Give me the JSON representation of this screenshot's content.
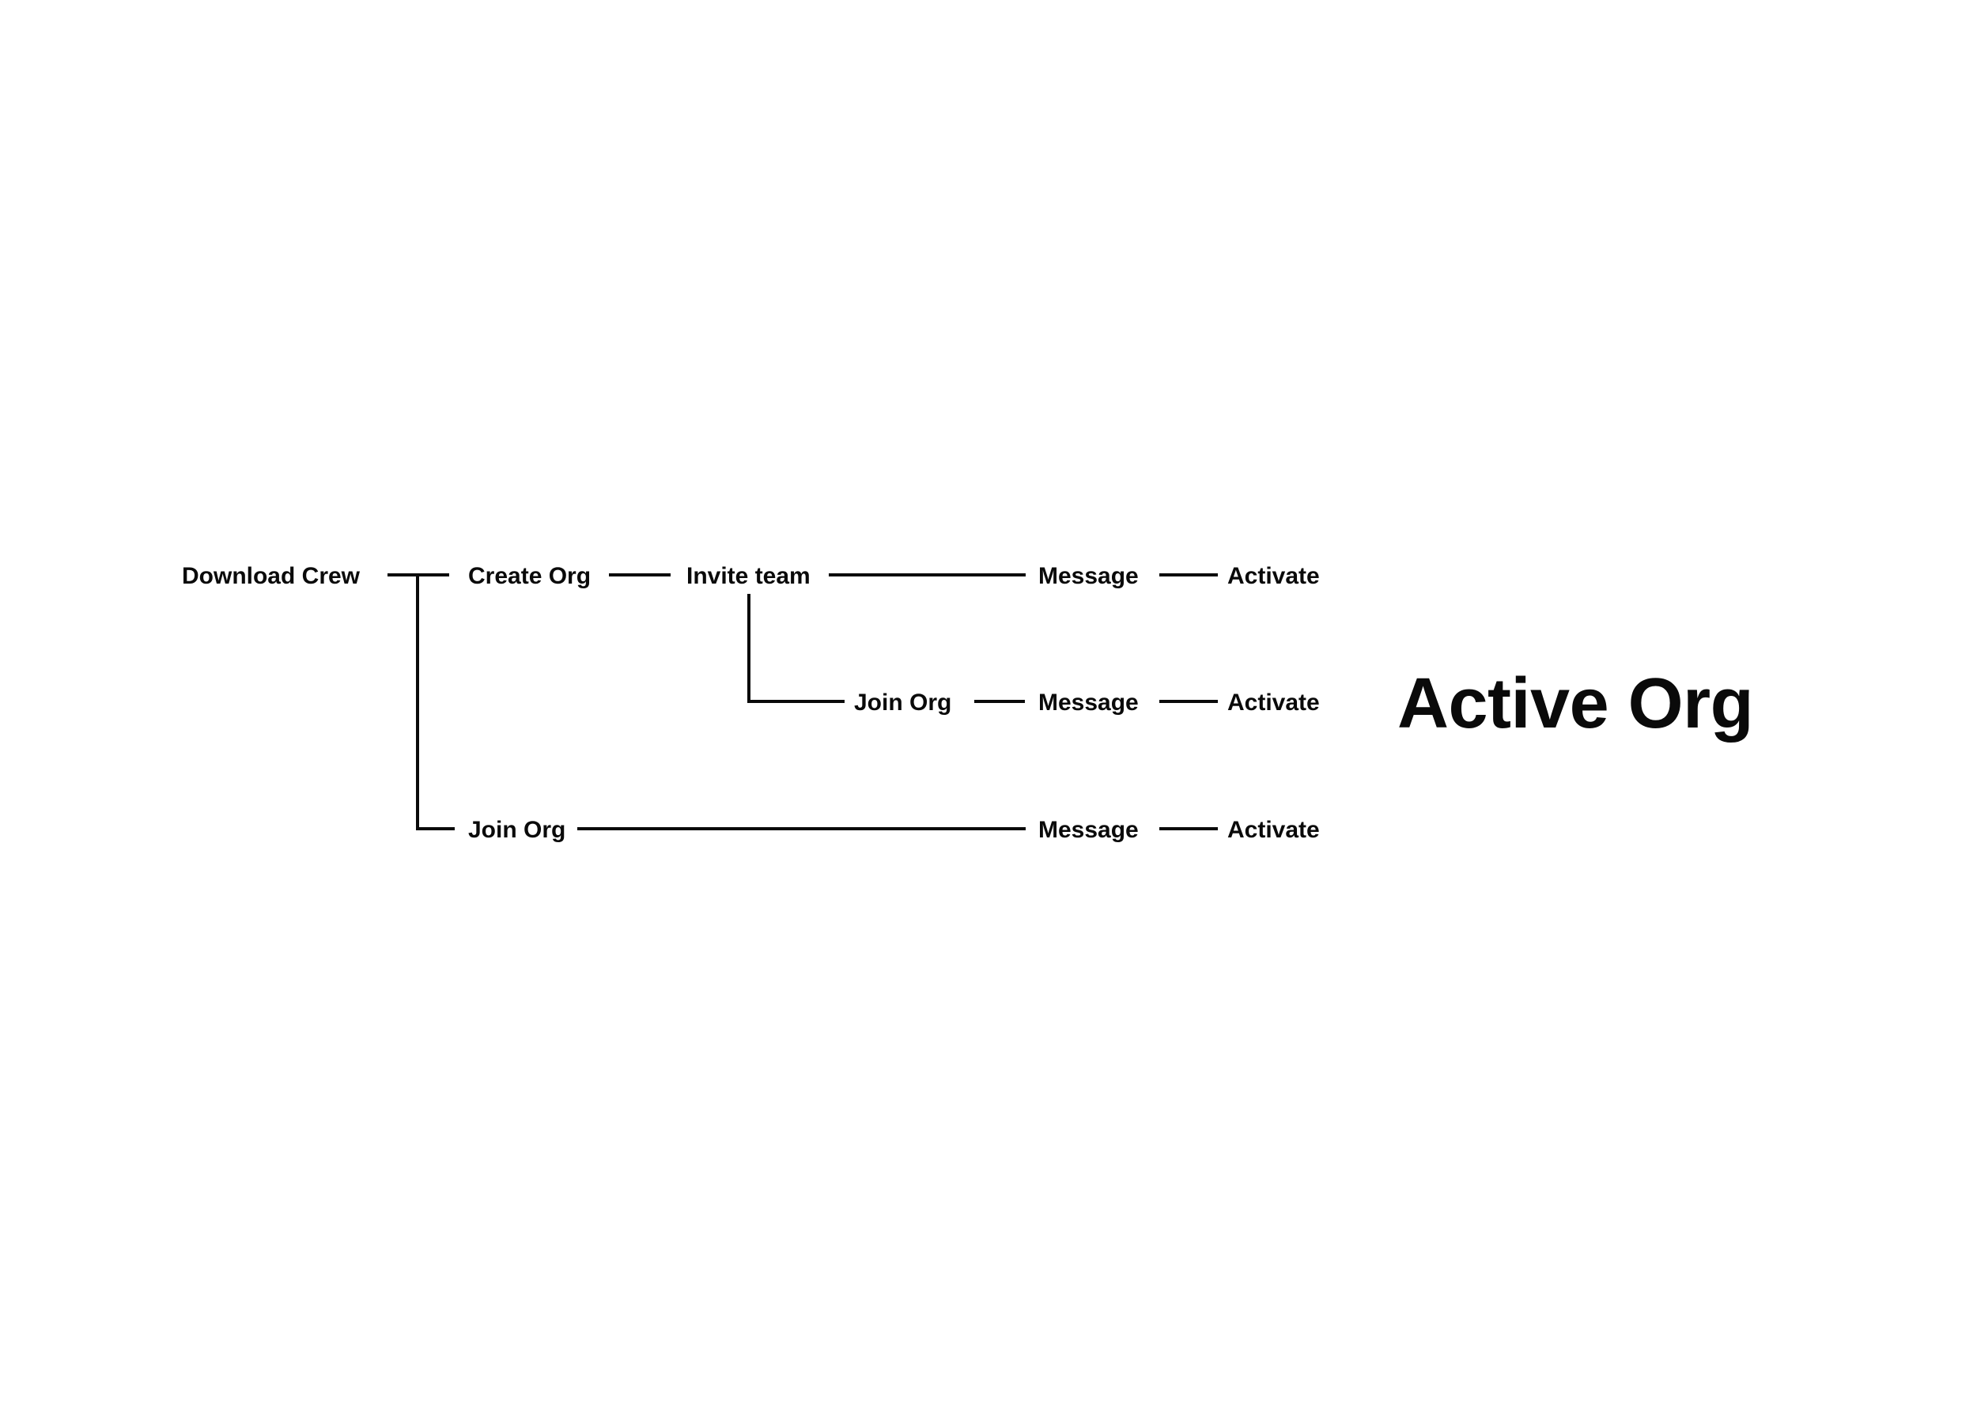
{
  "diagram": {
    "title_text": "Active Org",
    "nodes": {
      "download_crew": "Download Crew",
      "create_org": "Create Org",
      "invite_team": "Invite team",
      "join_org_branch": "Join Org",
      "join_org_root": "Join Org",
      "message_row1": "Message",
      "message_row2": "Message",
      "message_row3": "Message",
      "activate_row1": "Activate",
      "activate_row2": "Activate",
      "activate_row3": "Activate"
    },
    "rows": [
      {
        "row_id": "row-1",
        "path": [
          "Download Crew",
          "Create Org",
          "Invite team",
          "Message",
          "Activate"
        ]
      },
      {
        "row_id": "row-2",
        "path": [
          "Invite team",
          "Join Org",
          "Message",
          "Activate"
        ]
      },
      {
        "row_id": "row-3",
        "path": [
          "Download Crew",
          "Join Org",
          "Message",
          "Activate"
        ]
      }
    ],
    "colors": {
      "background": "#ffffff",
      "ink": "#0a0a0a",
      "connector": "#0a0a0a"
    }
  }
}
